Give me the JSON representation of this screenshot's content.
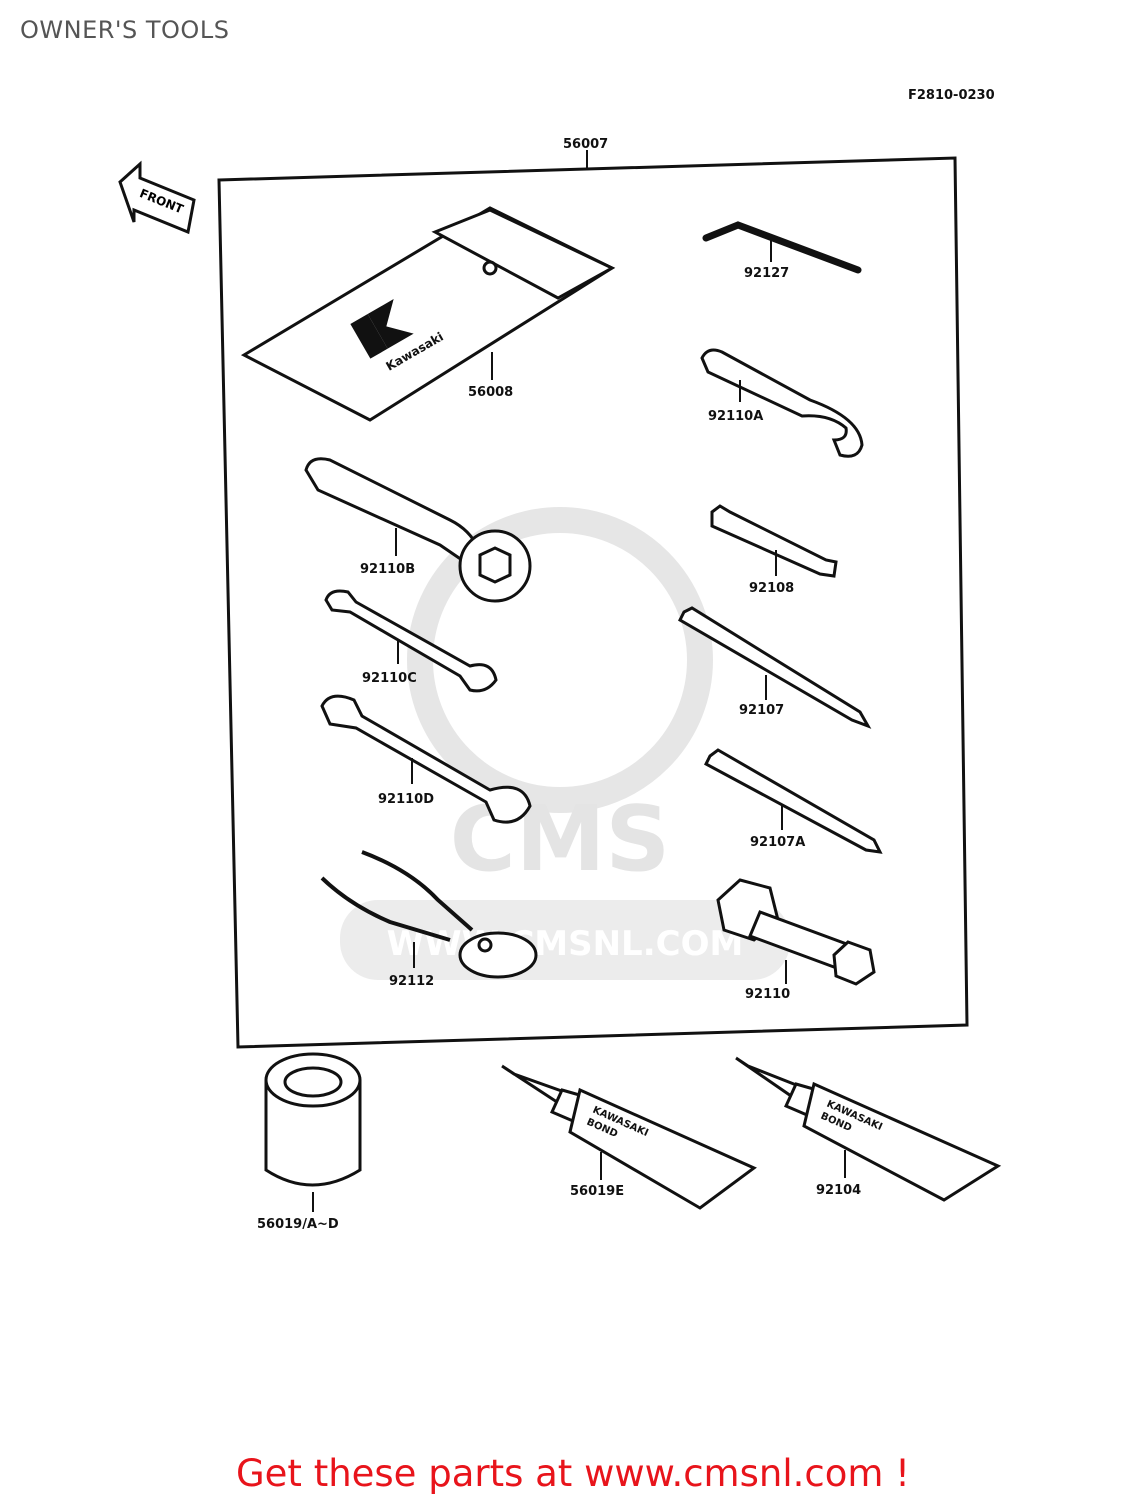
{
  "header": {
    "title": "OWNER'S TOOLS"
  },
  "diagram": {
    "figure_code": "F2810-0230",
    "front_label": "FRONT",
    "brand_on_case": "Kawasaki",
    "watermark": {
      "brand": "CMS",
      "url": "WWW.CMSNL.COM"
    },
    "parts": {
      "p56007": "56007",
      "p56008": "56008",
      "p92127": "92127",
      "p92110A": "92110A",
      "p92110B": "92110B",
      "p92108": "92108",
      "p92110C": "92110C",
      "p92107": "92107",
      "p92110D": "92110D",
      "p92107A": "92107A",
      "p92112": "92112",
      "p92110": "92110",
      "p56019AD": "56019/A~D",
      "p56019E": "56019E",
      "p92104": "92104"
    },
    "tube_text": {
      "line1": "KAWASAKI",
      "line2": "BOND"
    }
  },
  "footer": {
    "text": "Get these parts at www.cmsnl.com !",
    "color": "#e8141b"
  }
}
